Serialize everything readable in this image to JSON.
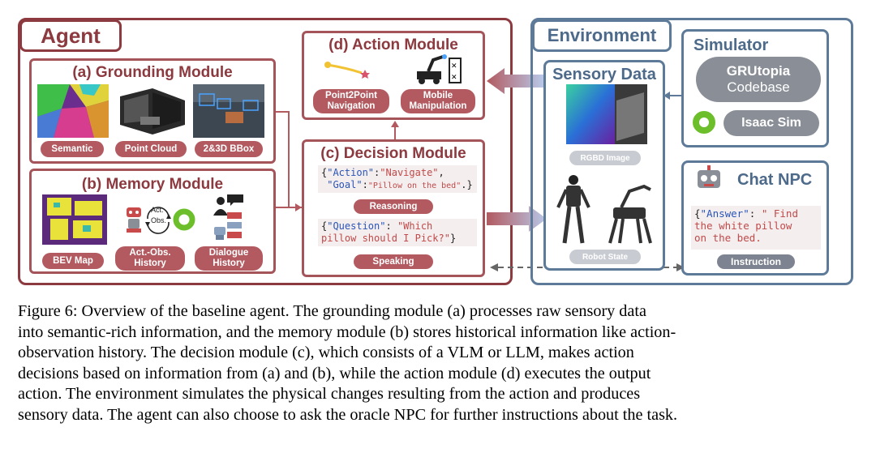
{
  "agent": {
    "label": "Agent",
    "grounding": {
      "title": "(a) Grounding Module",
      "pills": [
        "Semantic",
        "Point Cloud",
        "2&3D BBox"
      ]
    },
    "memory": {
      "title": "(b) Memory Module",
      "pills": [
        "BEV Map",
        "Act.-Obs.\nHistory",
        "Dialogue\nHistory"
      ],
      "cycle_act": "Act.",
      "cycle_obs": "Obs."
    },
    "action": {
      "title": "(d) Action Module",
      "pills": [
        "Point2Point\nNavigation",
        "Mobile\nManipulation"
      ]
    },
    "decision": {
      "title": "(c) Decision Module",
      "reasoning_code": {
        "l1_open": "{",
        "l1_key": "\"Action\"",
        "l1_colon": ":",
        "l1_val": "\"Navigate\"",
        "l1_comma": ",",
        "l2_key": "\"Goal\"",
        "l2_colon": ":",
        "l2_val": "\"Pillow on the bed\"",
        "l2_close": ".}"
      },
      "reasoning_label": "Reasoning",
      "speaking_code": {
        "l1_open": "{",
        "l1_key": "\"Question\"",
        "l1_colon": ": ",
        "l1_val": "\"Which",
        "l2_val": "pillow should I Pick?\"",
        "l2_close": "}"
      },
      "speaking_label": "Speaking"
    }
  },
  "environment": {
    "label": "Environment",
    "sensory": {
      "title": "Sensory Data",
      "rgbd_label": "RGBD Image",
      "robot_label": "Robot State"
    },
    "simulator": {
      "title": "Simulator",
      "grutopia_line1": "GRUtopia",
      "grutopia_line2": "Codebase",
      "isaac": "Isaac Sim"
    },
    "npc": {
      "title": "Chat NPC",
      "code": {
        "open": "{",
        "key": "\"Answer\"",
        "colon": ": ",
        "l1_val": "\" Find",
        "l2_val": "the white pillow",
        "l3_val": "on the bed."
      },
      "instruction_label": "Instruction"
    }
  },
  "caption": [
    "Figure 6: Overview of the baseline agent. The grounding module (a) processes raw sensory data",
    "into semantic-rich information, and the memory module (b) stores historical information like action-",
    "observation history.  The decision module (c), which consists of a VLM or LLM, makes action",
    "decisions based on information from (a) and (b), while the action module (d) executes the output",
    "action.  The environment simulates the physical changes resulting from the action and produces",
    "sensory data. The agent can also choose to ask the oracle NPC for further instructions about the task."
  ],
  "colors": {
    "agent": "#8c3a3f",
    "pill": "#b25a60",
    "environment": "#5e7a99",
    "grey_pill": "#8a8f97",
    "json_key": "#2a55b8",
    "json_value": "#c04a4a"
  },
  "icons": [
    "semantic-map-image",
    "point-cloud-image",
    "bbox-image",
    "bev-map-image",
    "robot-icon",
    "cycle-icon",
    "ring-icon",
    "person-icon",
    "chat-bubble-icon",
    "trajectory-icon",
    "star-icon",
    "mobile-manipulator-icon",
    "rgbd-image",
    "humanoid-robot-icon",
    "quadruped-robot-icon",
    "isaac-logo-icon",
    "npc-robot-icon"
  ]
}
